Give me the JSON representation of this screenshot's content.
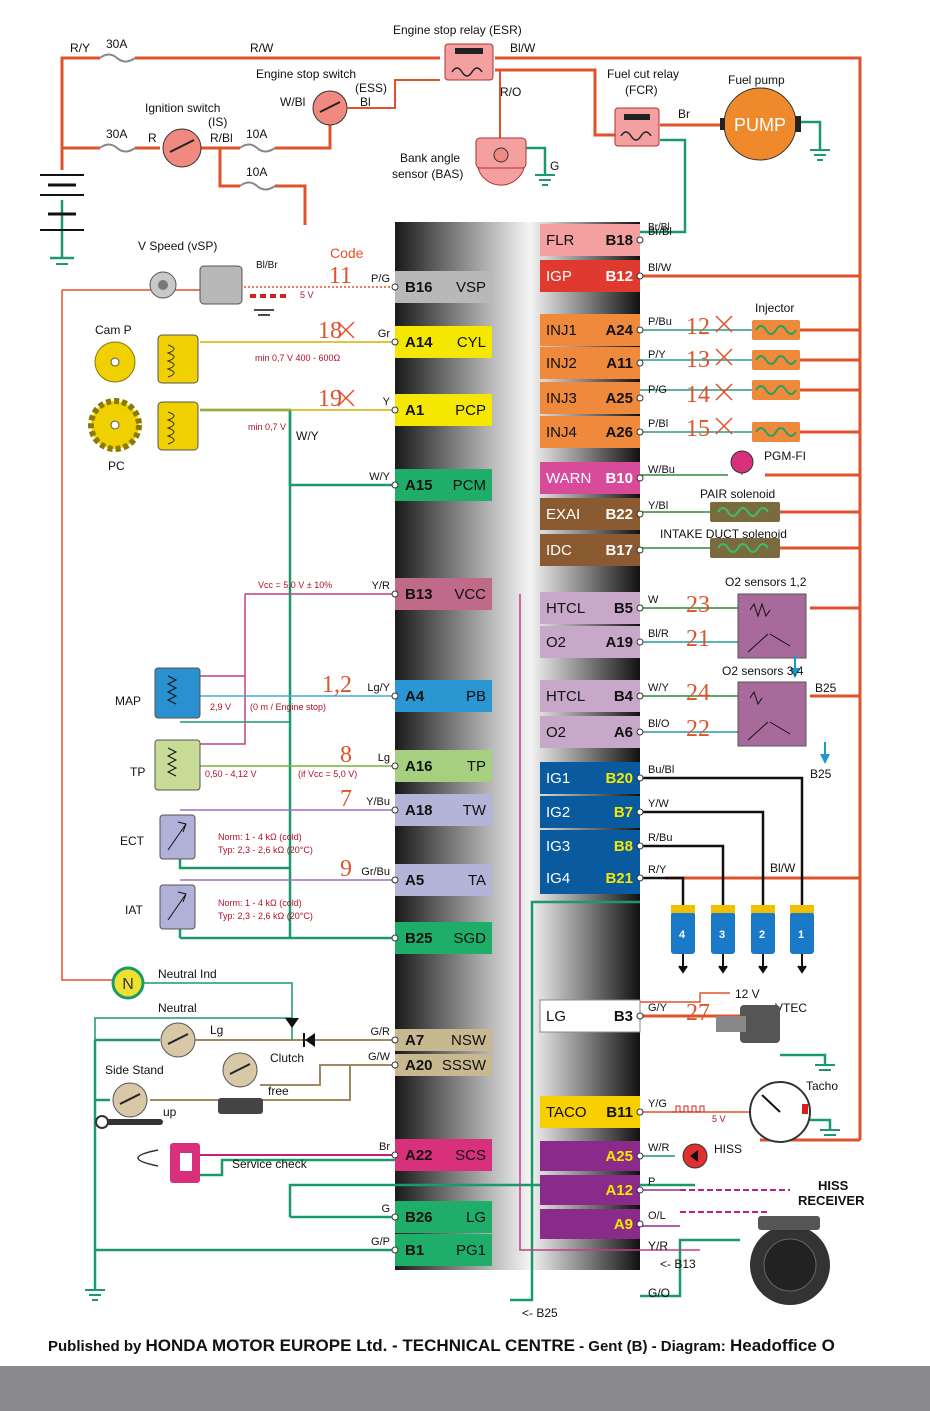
{
  "footer": {
    "lead": "Published by",
    "publisher": "HONDA MOTOR EUROPE Ltd. - TECHNICAL CENTRE",
    "rest": "- Gent (B) - Diagram:",
    "tail": "Headoffice O"
  },
  "top": {
    "esr": "Engine stop relay  (ESR)",
    "ess": "Engine stop switch",
    "ess2": "(ESS)",
    "is": "Ignition switch",
    "is2": "(IS)",
    "bas": "Bank angle",
    "bas2": "sensor (BAS)",
    "fcr": "Fuel cut relay",
    "fcr2": "(FCR)",
    "pump_label": "Fuel pump",
    "pump": "PUMP",
    "fuse30a1": "30A",
    "fuse30a2": "30A",
    "fuse10a1": "10A",
    "fuse10a2": "10A",
    "w_ry": "R/Y",
    "w_rw": "R/W",
    "w_blw": "Bl/W",
    "w_ro": "R/O",
    "w_wbl": "W/Bl",
    "w_bl": "Bl",
    "w_r": "R",
    "w_rbl": "R/Bl",
    "w_g": "G",
    "w_br": "Br",
    "w_brbl": "Br/Bl"
  },
  "left": {
    "vsp": "V Speed (vSP)",
    "w_blbr": "Bl/Br",
    "v5": "5 V",
    "code_title": "Code",
    "camp": "Cam P",
    "pc": "PC",
    "cyl_spec": "min 0,7 V   400 - 600Ω",
    "pcp_spec": "min 0,7 V",
    "w_wy": "W/Y",
    "vcc_spec": "Vcc = 5,0 V ± 10%",
    "map": "MAP",
    "map_v": "2,9 V",
    "map_note": "(0 m / Engine stop)",
    "tp": "TP",
    "tp_v": "0,50 - 4,12 V",
    "tp_note": "(if Vcc = 5,0 V)",
    "ect": "ECT",
    "iat": "IAT",
    "norm": "Norm:  1 - 4 kΩ (cold)",
    "typ": "Typ: 2,3 - 2,6 kΩ (20°C)",
    "neutral_ind": "Neutral Ind",
    "n": "N",
    "neutral": "Neutral",
    "clutch": "Clutch",
    "side_stand": "Side Stand",
    "free": "free",
    "up": "up",
    "service_check": "Service check",
    "w_lg": "Lg"
  },
  "pins_left": [
    {
      "code": "B16",
      "name": "VSP",
      "wire": "P/G",
      "num": "11",
      "x": false
    },
    {
      "code": "A14",
      "name": "CYL",
      "wire": "Gr",
      "num": "18",
      "x": true
    },
    {
      "code": "A1",
      "name": "PCP",
      "wire": "Y",
      "num": "19",
      "x": true
    },
    {
      "code": "A15",
      "name": "PCM",
      "wire": "W/Y",
      "num": "",
      "x": false
    },
    {
      "code": "B13",
      "name": "VCC",
      "wire": "Y/R",
      "num": "",
      "x": false
    },
    {
      "code": "A4",
      "name": "PB",
      "wire": "Lg/Y",
      "num": "1,2",
      "x": false
    },
    {
      "code": "A16",
      "name": "TP",
      "wire": "Lg",
      "num": "8",
      "x": false
    },
    {
      "code": "A18",
      "name": "TW",
      "wire": "Y/Bu",
      "num": "7",
      "x": false
    },
    {
      "code": "A5",
      "name": "TA",
      "wire": "Gr/Bu",
      "num": "9",
      "x": false
    },
    {
      "code": "B25",
      "name": "SGD",
      "wire": "",
      "num": "",
      "x": false
    },
    {
      "code": "A7",
      "name": "NSW",
      "wire": "G/R",
      "num": "",
      "x": false
    },
    {
      "code": "A20",
      "name": "SSSW",
      "wire": "G/W",
      "num": "",
      "x": false
    },
    {
      "code": "A22",
      "name": "SCS",
      "wire": "Br",
      "num": "",
      "x": false
    },
    {
      "code": "B26",
      "name": "LG",
      "wire": "G",
      "num": "",
      "x": false
    },
    {
      "code": "B1",
      "name": "PG1",
      "wire": "G/P",
      "num": "",
      "x": false
    }
  ],
  "pins_right": [
    {
      "name": "FLR",
      "code": "B18",
      "wire": "Br/Bl",
      "num": "",
      "x": false
    },
    {
      "name": "IGP",
      "code": "B12",
      "wire": "Bl/W",
      "num": "",
      "x": false
    },
    {
      "name": "INJ1",
      "code": "A24",
      "wire": "P/Bu",
      "num": "12",
      "x": true
    },
    {
      "name": "INJ2",
      "code": "A11",
      "wire": "P/Y",
      "num": "13",
      "x": true
    },
    {
      "name": "INJ3",
      "code": "A25",
      "wire": "P/G",
      "num": "14",
      "x": true
    },
    {
      "name": "INJ4",
      "code": "A26",
      "wire": "P/Bl",
      "num": "15",
      "x": true
    },
    {
      "name": "WARN",
      "code": "B10",
      "wire": "W/Bu",
      "num": "",
      "x": false
    },
    {
      "name": "EXAI",
      "code": "B22",
      "wire": "Y/Bl",
      "num": "",
      "x": false
    },
    {
      "name": "IDC",
      "code": "B17",
      "wire": "",
      "num": "",
      "x": false
    },
    {
      "name": "HTCL",
      "code": "B5",
      "wire": "W",
      "num": "23",
      "x": false
    },
    {
      "name": "O2",
      "code": "A19",
      "wire": "Bl/R",
      "num": "21",
      "x": false
    },
    {
      "name": "HTCL",
      "code": "B4",
      "wire": "W/Y",
      "num": "24",
      "x": false
    },
    {
      "name": "O2",
      "code": "A6",
      "wire": "Bl/O",
      "num": "22",
      "x": false
    },
    {
      "name": "IG1",
      "code": "B20",
      "wire": "Bu/Bl",
      "num": "",
      "x": false
    },
    {
      "name": "IG2",
      "code": "B7",
      "wire": "Y/W",
      "num": "",
      "x": false
    },
    {
      "name": "IG3",
      "code": "B8",
      "wire": "R/Bu",
      "num": "",
      "x": false
    },
    {
      "name": "IG4",
      "code": "B21",
      "wire": "R/Y",
      "num": "",
      "x": false
    },
    {
      "name": "LG",
      "code": "B3",
      "wire": "G/Y",
      "num": "27",
      "x": false
    },
    {
      "name": "TACO",
      "code": "B11",
      "wire": "Y/G",
      "num": "",
      "x": false
    },
    {
      "name": "",
      "code": "A25",
      "wire": "W/R",
      "num": "",
      "x": false
    },
    {
      "name": "",
      "code": "A12",
      "wire": "P",
      "num": "",
      "x": false
    },
    {
      "name": "",
      "code": "A9",
      "wire": "O/L",
      "num": "",
      "x": false
    }
  ],
  "right": {
    "injector": "Injector",
    "pgmfi": "PGM-FI",
    "pair": "PAIR solenoid",
    "intake": "INTAKE DUCT solenoid",
    "o2_12": "O2 sensors 1,2",
    "o2_34": "O2 sensors 3,4",
    "b25": "B25",
    "w_blw": "Bl/W",
    "coils": [
      "4",
      "3",
      "2",
      "1"
    ],
    "v12": "12 V",
    "vtec": "VTEC",
    "tacho": "Tacho",
    "v5": "5 V",
    "hiss": "HISS",
    "hiss_rx1": "HISS",
    "hiss_rx2": "RECEIVER",
    "w_yr": "Y/R",
    "w_go": "G/O",
    "b13_ref": "<- B13",
    "b25_ref": "<- B25"
  }
}
